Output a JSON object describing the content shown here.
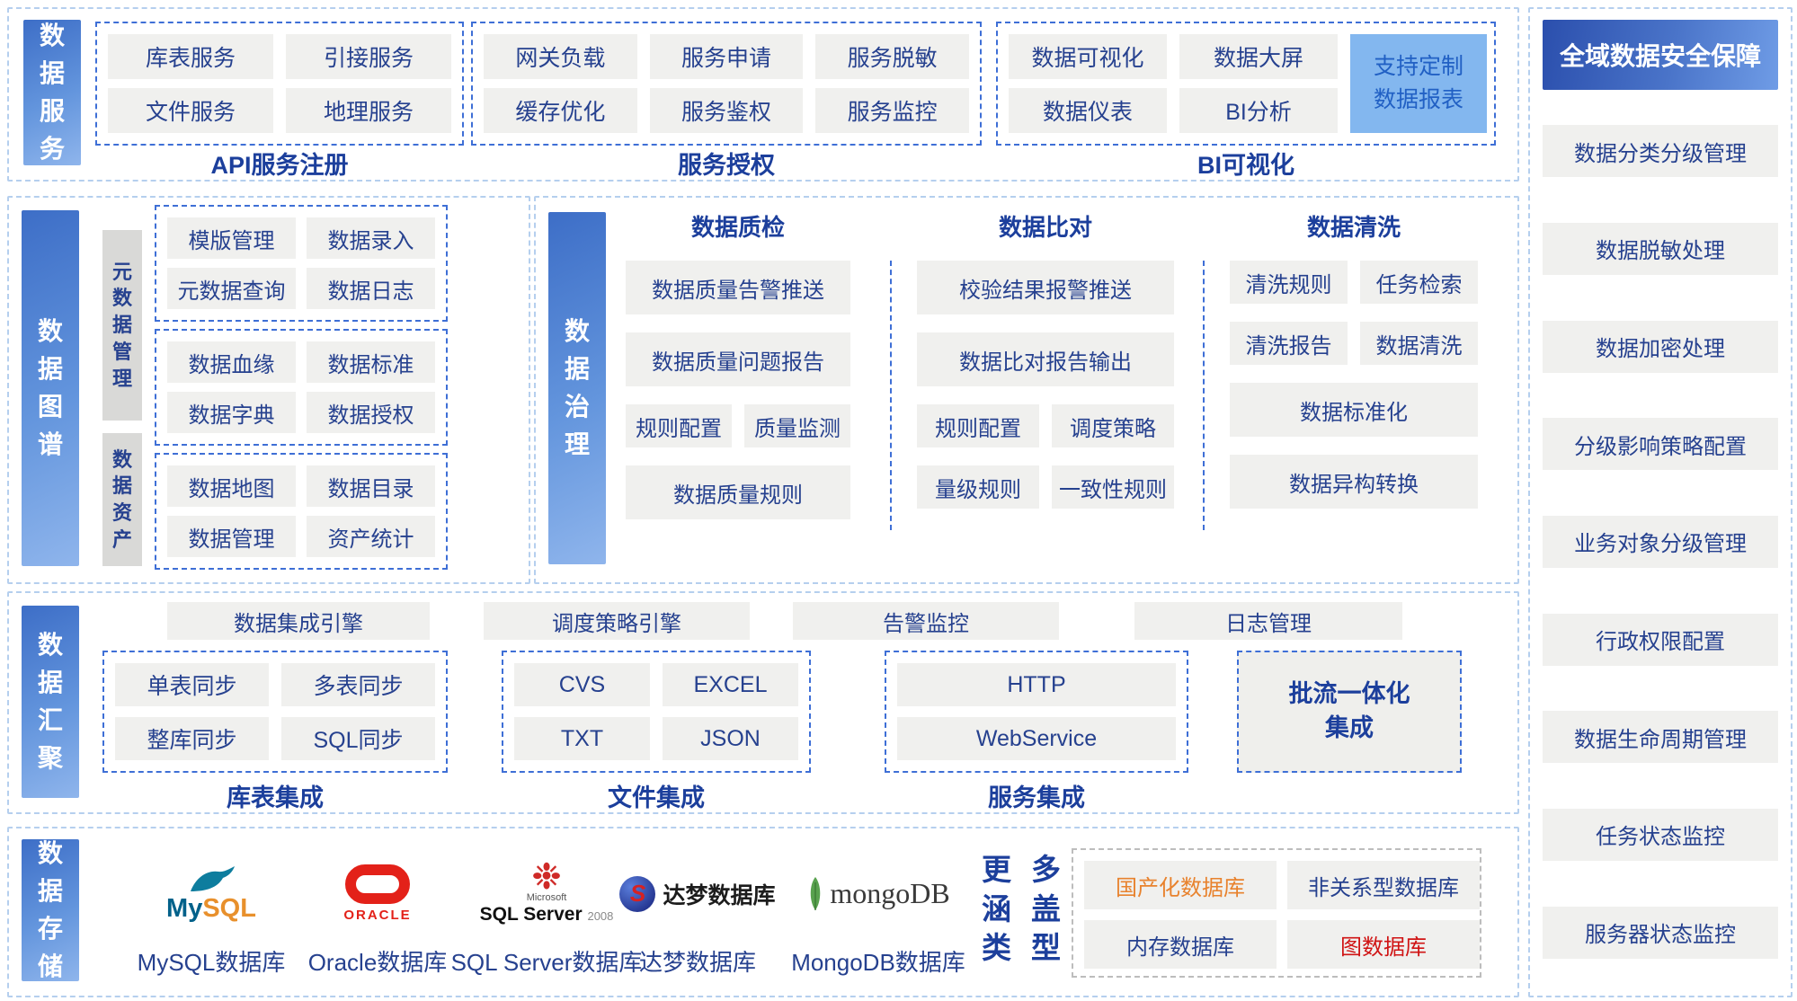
{
  "services_row": {
    "bar": "数\n据\n服\n务",
    "groups": [
      {
        "caption": "API服务注册",
        "items": [
          "库表服务",
          "引接服务",
          "文件服务",
          "地理服务"
        ]
      },
      {
        "caption": "服务授权",
        "items": [
          "网关负载",
          "服务申请",
          "服务脱敏",
          "缓存优化",
          "服务鉴权",
          "服务监控"
        ]
      },
      {
        "caption": "BI可视化",
        "items": [
          "数据可视化",
          "数据大屏",
          "数据仪表",
          "BI分析"
        ],
        "highlight": "支持定制\n数据报表"
      }
    ]
  },
  "graph_row": {
    "bar": "数\n据\n图\n谱",
    "side_labels": [
      "元\n数\n据\n管\n理",
      "数\n据\n资\n产"
    ],
    "groups": [
      {
        "items": [
          "模版管理",
          "数据录入",
          "元数据查询",
          "数据日志"
        ]
      },
      {
        "items": [
          "数据血缘",
          "数据标准",
          "数据字典",
          "数据授权"
        ]
      },
      {
        "items": [
          "数据地图",
          "数据目录",
          "数据管理",
          "资产统计"
        ]
      }
    ]
  },
  "governance": {
    "bar": "数\n据\n治\n理",
    "col1": {
      "header": "数据质检",
      "row1": "数据质量告警推送",
      "row2": "数据质量问题报告",
      "row3a": "规则配置",
      "row3b": "质量监测",
      "row4": "数据质量规则"
    },
    "col2": {
      "header": "数据比对",
      "row1": "校验结果报警推送",
      "row2": "数据比对报告输出",
      "row3a": "规则配置",
      "row3b": "调度策略",
      "row4a": "量级规则",
      "row4b": "一致性规则"
    },
    "col3": {
      "header": "数据清洗",
      "row1a": "清洗规则",
      "row1b": "任务检索",
      "row2a": "清洗报告",
      "row2b": "数据清洗",
      "row3": "数据标准化",
      "row4": "数据异构转换"
    }
  },
  "aggregation_row": {
    "bar": "数\n据\n汇\n聚",
    "banners": [
      "数据集成引擎",
      "调度策略引擎",
      "告警监控",
      "日志管理"
    ],
    "groups": [
      {
        "caption": "库表集成",
        "items": [
          "单表同步",
          "多表同步",
          "整库同步",
          "SQL同步"
        ]
      },
      {
        "caption": "文件集成",
        "items": [
          "CVS",
          "EXCEL",
          "TXT",
          "JSON"
        ]
      },
      {
        "caption": "服务集成",
        "items": [
          "HTTP",
          "WebService"
        ]
      }
    ],
    "stream_box": "批流一体化\n集成"
  },
  "storage_row": {
    "bar": "数\n据\n存\n储",
    "databases": [
      {
        "label": "MySQL数据库",
        "logo_part1": "My",
        "logo_part2": "SQL"
      },
      {
        "label": "Oracle数据库",
        "logo_text": "ORACLE"
      },
      {
        "label": "SQL Server数据库",
        "logo_small": "Microsoft",
        "logo_main": "SQL Server",
        "logo_year": "2008"
      },
      {
        "label": "达梦数据库",
        "logo_text": "达梦数据库"
      },
      {
        "label": "MongoDB数据库",
        "logo_text": "mongoDB"
      }
    ],
    "more_types_col1": "更\n涵\n类",
    "more_types_col2": "多\n盖\n型",
    "db_types": [
      {
        "label": "国产化数据库"
      },
      {
        "label": "非关系型数据库"
      },
      {
        "label": "内存数据库"
      },
      {
        "label": "图数据库"
      }
    ]
  },
  "security_panel": {
    "title": "全域数据安全保障",
    "items": [
      "数据分类分级管理",
      "数据脱敏处理",
      "数据加密处理",
      "分级影响策略配置",
      "业务对象分级管理",
      "行政权限配置",
      "数据生命周期管理",
      "任务状态监控",
      "服务器状态监控"
    ]
  },
  "colors": {
    "accent_blue": "#3e6fd6",
    "deep_blue": "#26418f",
    "caption_blue": "#1c3f9c",
    "chip_gray": "#f0f0ee",
    "highlight_blue": "#83b7ef",
    "domestic_orange": "#e8822d",
    "graph_red": "#d01414"
  }
}
